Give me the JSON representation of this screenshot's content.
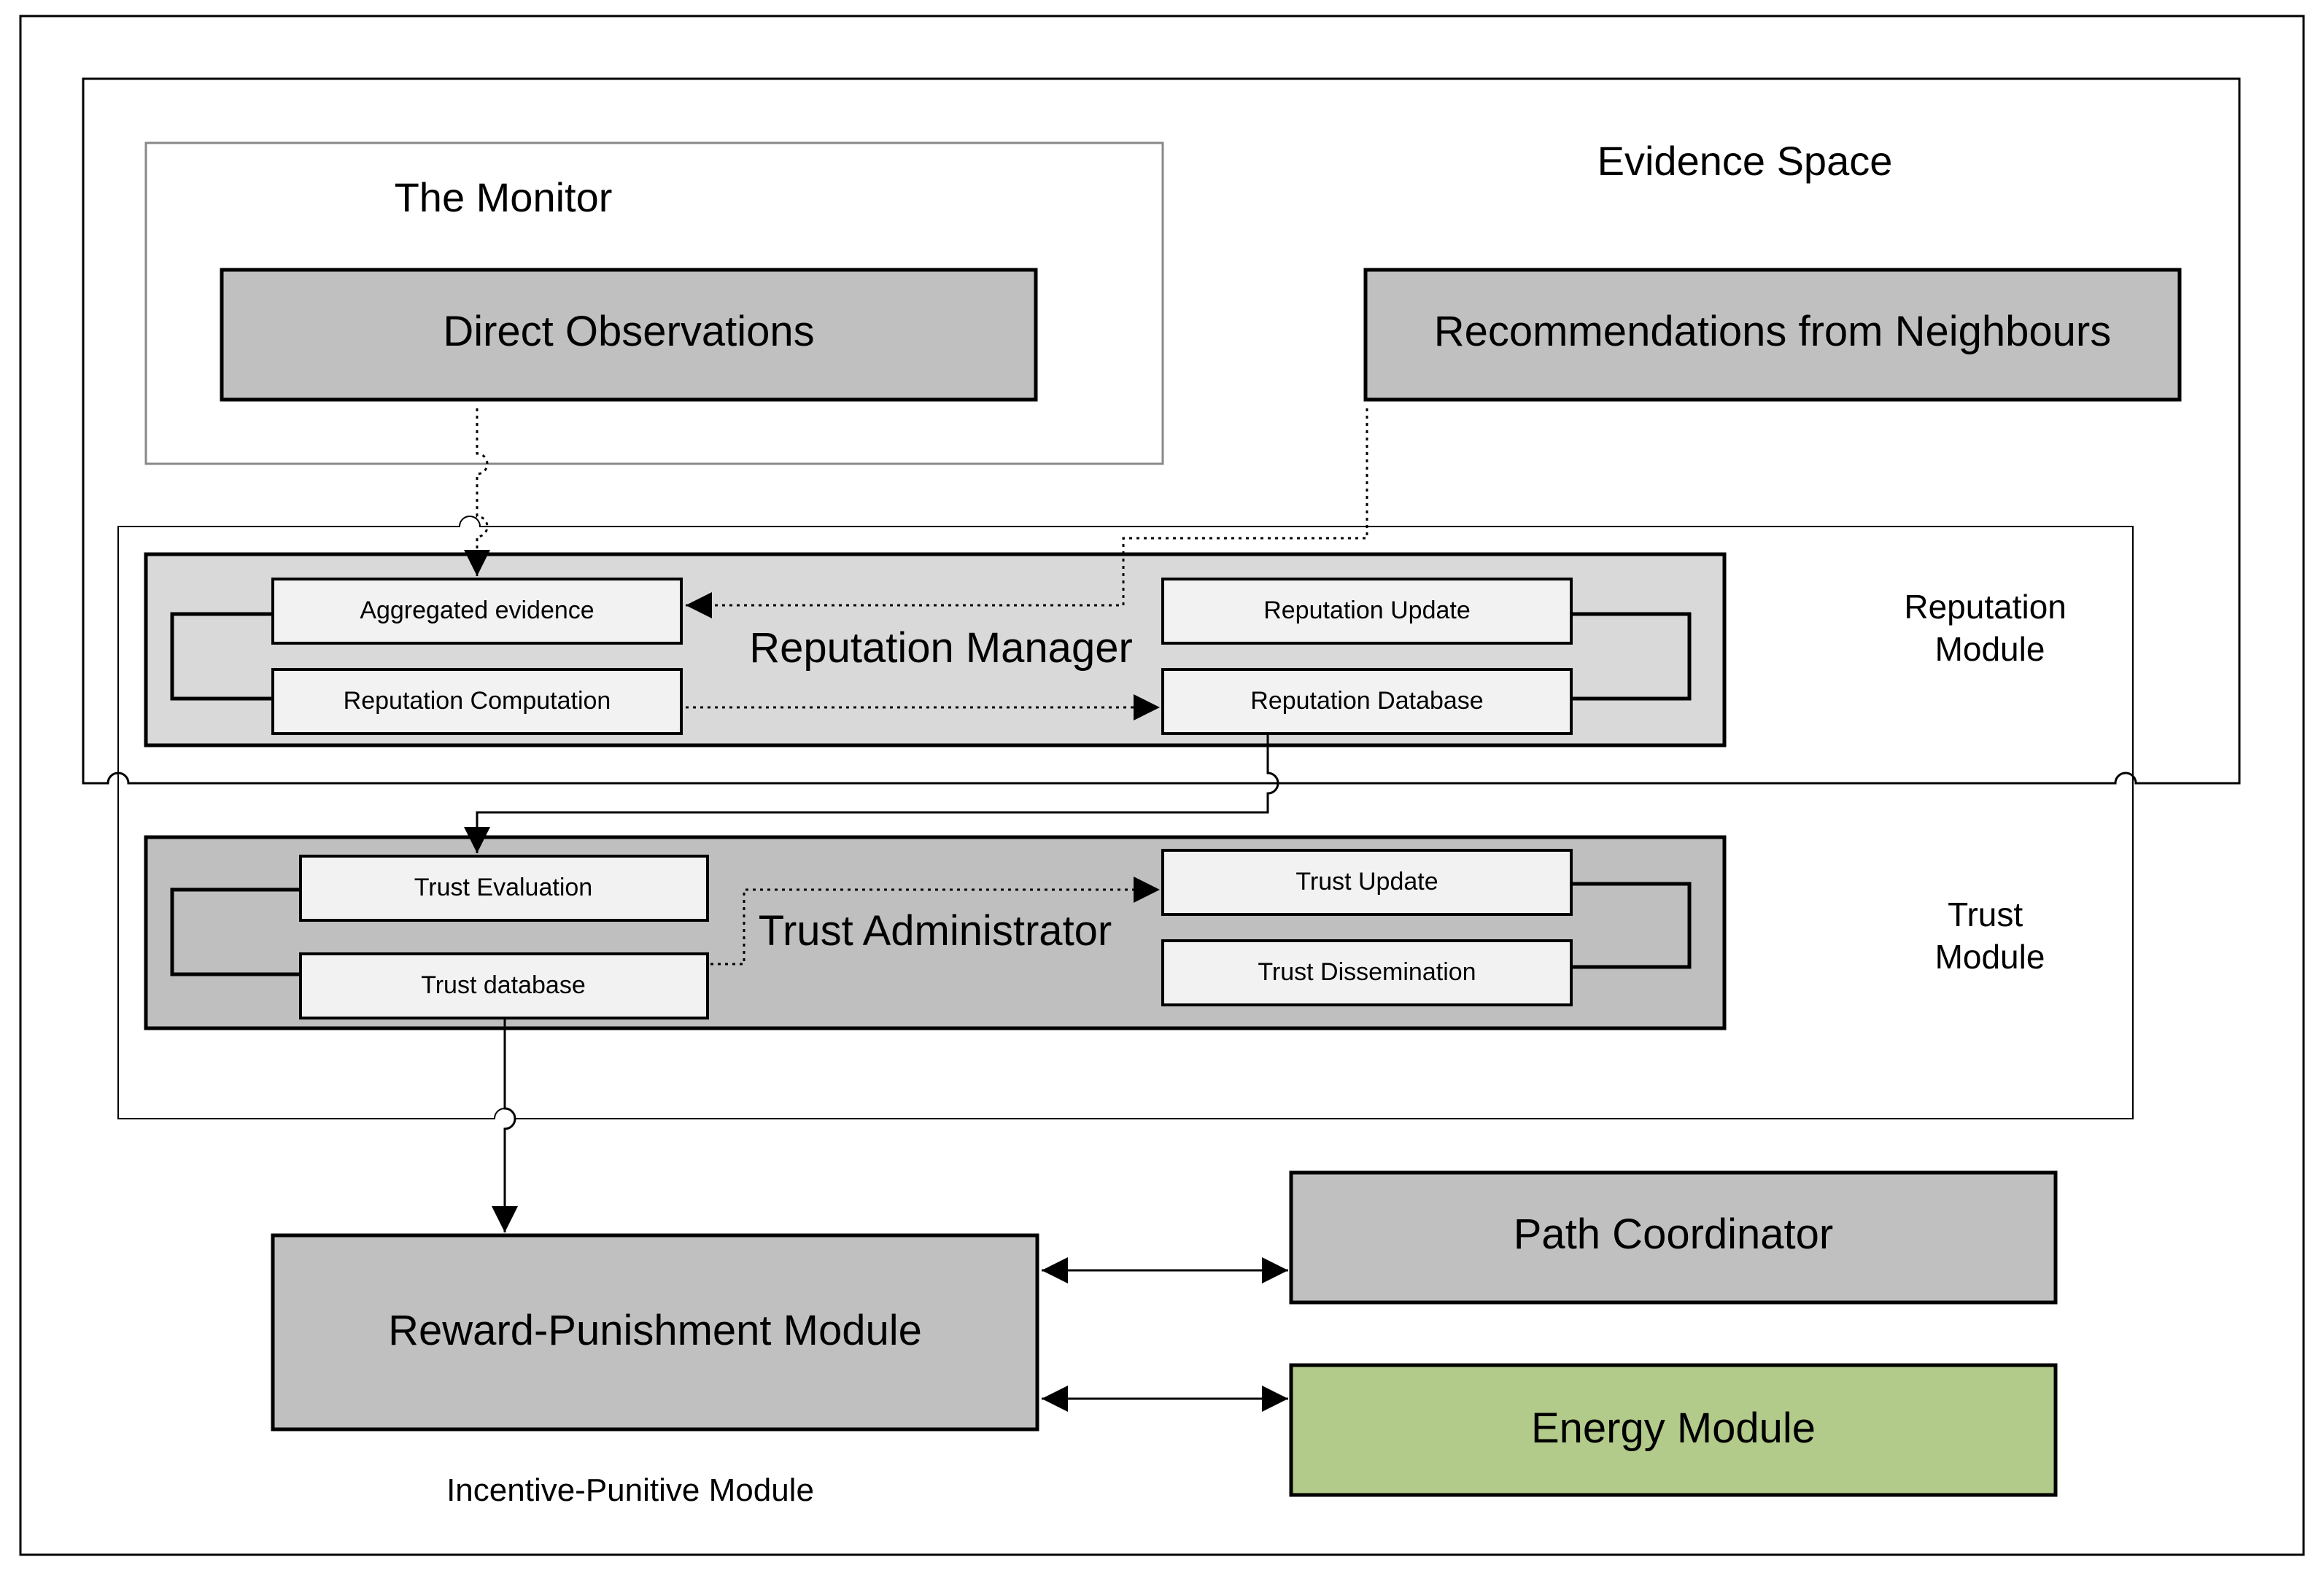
{
  "labels": {
    "evidence_space": "Evidence Space",
    "the_monitor": "The Monitor",
    "direct_observations": "Direct Observations",
    "recommendations": "Recommendations from Neighbours",
    "reputation_manager": "Reputation Manager",
    "aggregated_evidence": "Aggregated evidence",
    "reputation_computation": "Reputation Computation",
    "reputation_update": "Reputation Update",
    "reputation_database": "Reputation Database",
    "reputation_module_line1": "Reputation",
    "reputation_module_line2": "Module",
    "trust_administrator": "Trust Administrator",
    "trust_evaluation": "Trust Evaluation",
    "trust_database": "Trust database",
    "trust_update": "Trust Update",
    "trust_dissemination": "Trust Dissemination",
    "trust_module_line1": "Trust",
    "trust_module_line2": "Module",
    "reward_punishment": "Reward-Punishment Module",
    "path_coordinator": "Path Coordinator",
    "energy_module": "Energy Module",
    "incentive_punitive": "Incentive-Punitive Module"
  },
  "colors": {
    "outline": "#000000",
    "light_outline": "#888888",
    "panel_gray": "#d9d9d9",
    "dark_panel_gray": "#bfbfbf",
    "box_gray": "#c0c0c0",
    "inner_box": "#f2f2f2",
    "energy_green": "#b3cb8a"
  }
}
